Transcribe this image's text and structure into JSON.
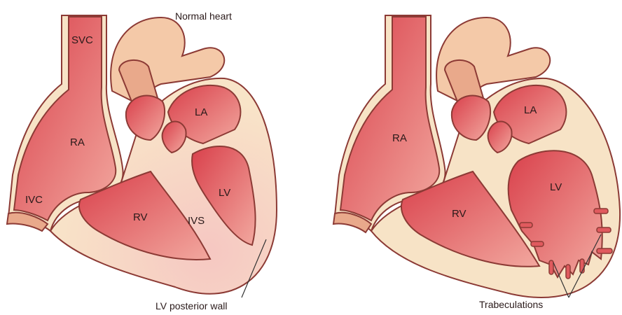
{
  "normal": {
    "title": "Normal heart",
    "labels": {
      "svc": "SVC",
      "ra": "RA",
      "ivc": "IVC",
      "la": "LA",
      "lv": "LV",
      "rv": "RV",
      "ivs": "IVS"
    },
    "caption": "LV posterior wall"
  },
  "affected": {
    "labels": {
      "ra": "RA",
      "la": "LA",
      "lv": "LV",
      "rv": "RV"
    },
    "caption": "Trabeculations"
  },
  "colors": {
    "cavity": "#de5a5c",
    "cavity_light": "#f1a39a",
    "wall": "#f7e3c6",
    "outline": "#8c3a35"
  }
}
